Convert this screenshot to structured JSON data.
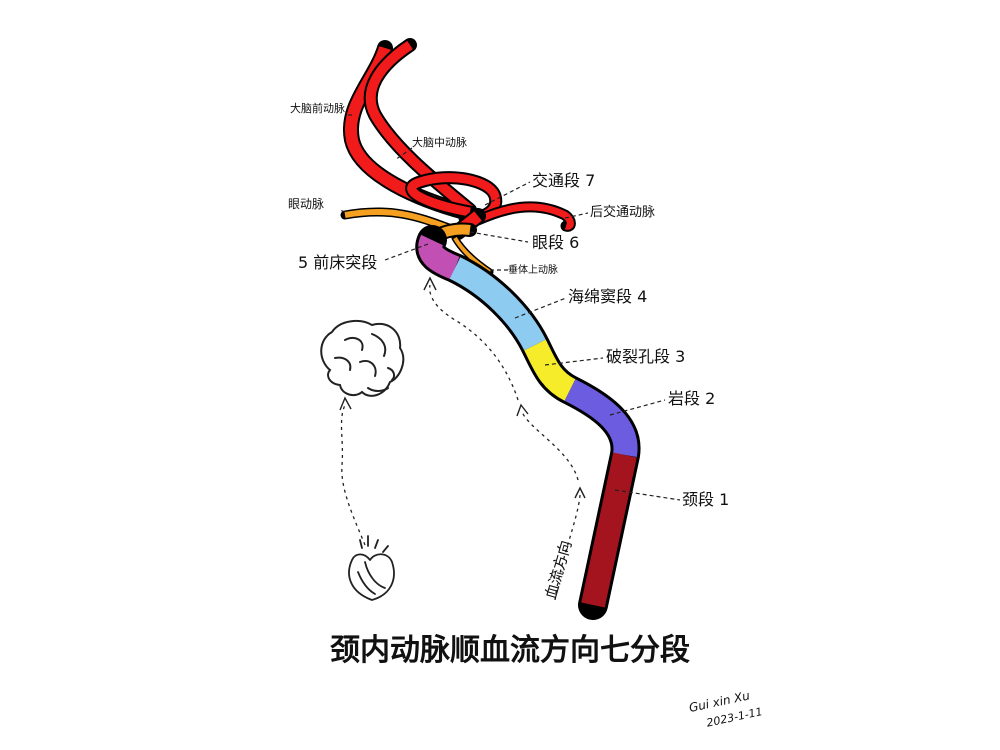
{
  "title": "颈内动脉顺血流方向七分段",
  "flow_label": "血流方向",
  "signature": {
    "name": "Gui xin Xu",
    "date": "2023-1-11"
  },
  "colors": {
    "c1": "#a3141e",
    "c2": "#6b5ce0",
    "c3": "#f7ec2a",
    "c4": "#8ecbf0",
    "c5": "#c24fb4",
    "c6": "#f5a020",
    "c7": "#f21b1b"
  },
  "labels": {
    "aca": "大脑前动脉",
    "mca": "大脑中动脉",
    "ophthalmic_artery": "眼动脉",
    "seg7": "交通段 7",
    "pcom": "后交通动脉",
    "seg6": "眼段 6",
    "seg5": "5 前床突段",
    "sha": "垂体上动脉",
    "seg4": "海绵窦段 4",
    "seg3": "破裂孔段 3",
    "seg2": "岩段 2",
    "seg1": "颈段 1"
  }
}
